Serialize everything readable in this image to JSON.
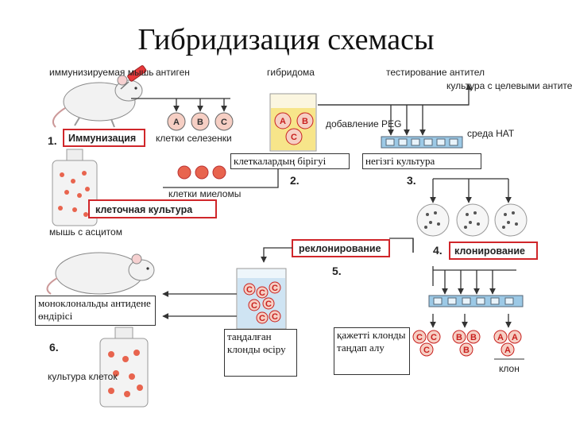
{
  "title": "Гибридизация схемасы",
  "labels": {
    "mouse": "иммунизируемая мышь",
    "antigen": "антиген",
    "hybridoma": "гибридома",
    "antibody_test": "тестирование антител",
    "culture_target": "культура с целевыми антителами",
    "peg_add": "добавление PEG",
    "hat_medium": "среда НАТ",
    "immunization": "Иммунизация",
    "spleen_cells": "клетки селезенки",
    "myeloma_cells": "клетки миеломы",
    "cell_culture": "клеточная культура",
    "ascites_mouse": "мышь с асцитом",
    "recloning": "реклонирование",
    "cloning": "клонирование",
    "cells_culture": "культура клеток",
    "clone": "клон"
  },
  "step_numbers": [
    "1.",
    "2.",
    "3.",
    "4.",
    "5.",
    "6."
  ],
  "cell_letters": {
    "a": "A",
    "b": "B",
    "c": "C"
  },
  "overlays": {
    "fusion": "клеткалардың бірігуі",
    "primary_culture": "негізгі культура",
    "monoclonal": "моноклональды антидене өндірісі",
    "selected_clone": "таңдалған клонды өсіру",
    "required_clone": "қажетті клонды таңдап алу"
  },
  "colors": {
    "red_label_border": "#d0262a",
    "cell_fill": "#f6cfc4",
    "cell_letter": "#c8201e",
    "myeloma": "#e8644e",
    "beaker_liquid": "#f7e58a",
    "beaker_blue": "#cfe4f3",
    "tray": "#9cc9e6",
    "mouse": "#f2f2f2"
  }
}
